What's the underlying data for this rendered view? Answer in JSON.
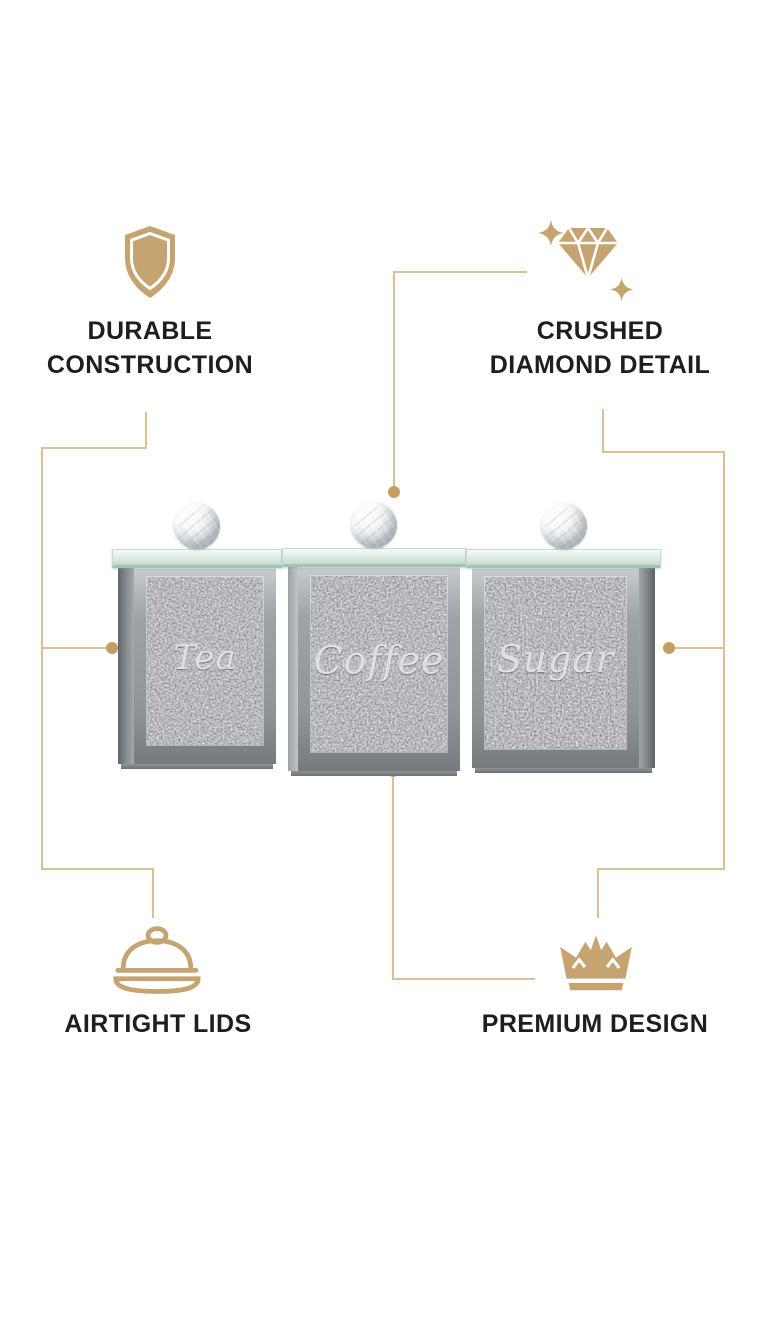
{
  "features": {
    "top_left": {
      "icon": "shield-icon",
      "line1": "DURABLE",
      "line2": "CONSTRUCTION"
    },
    "top_right": {
      "icon": "diamond-icon",
      "line1": "CRUSHED",
      "line2": "DIAMOND DETAIL"
    },
    "bottom_left": {
      "icon": "lid-icon",
      "line1": "AIRTIGHT LIDS",
      "line2": ""
    },
    "bottom_right": {
      "icon": "crown-icon",
      "line1": "PREMIUM DESIGN",
      "line2": ""
    }
  },
  "product": {
    "canisters": [
      {
        "label": "Tea"
      },
      {
        "label": "Coffee"
      },
      {
        "label": "Sugar"
      }
    ]
  },
  "colors": {
    "gold": "#c5a472",
    "line": "#d9c197",
    "dot": "#c49f63",
    "text": "#1e1e1e",
    "background": "#ffffff"
  }
}
